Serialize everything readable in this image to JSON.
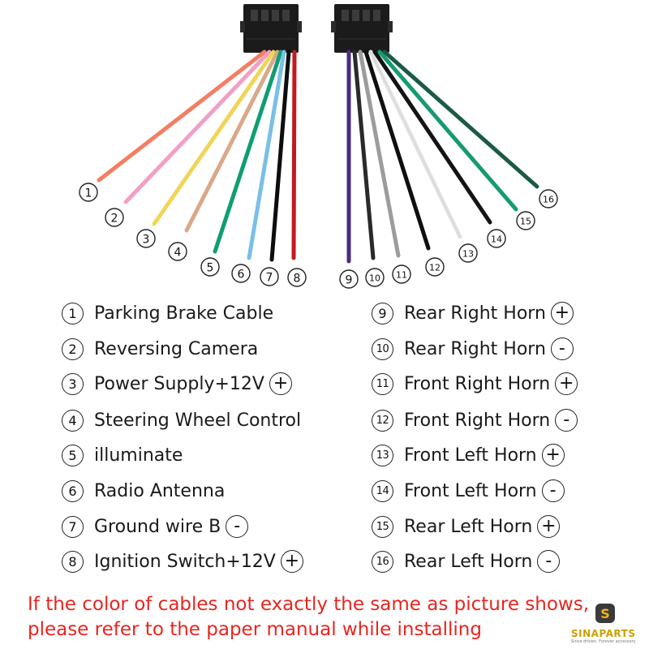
{
  "colors": {
    "connector": "#1b1b1b",
    "note_text": "#e8251f"
  },
  "wires": [
    {
      "number": "1",
      "color": "#f47e62"
    },
    {
      "number": "2",
      "color": "#f29fc5"
    },
    {
      "number": "3",
      "color": "#f1d55a"
    },
    {
      "number": "4",
      "color": "#d9a989"
    },
    {
      "number": "5",
      "color": "#0e9e72"
    },
    {
      "number": "6",
      "color": "#79bfe8"
    },
    {
      "number": "7",
      "color": "#0d0d0d"
    },
    {
      "number": "8",
      "color": "#c3191d"
    },
    {
      "number": "9",
      "color": "#4b2c7f"
    },
    {
      "number": "10",
      "color": "#2a2a2a"
    },
    {
      "number": "11",
      "color": "#9c9c9c"
    },
    {
      "number": "12",
      "color": "#0f0f0f"
    },
    {
      "number": "13",
      "color": "#e2e2e2"
    },
    {
      "number": "14",
      "color": "#141414"
    },
    {
      "number": "15",
      "color": "#169a73"
    },
    {
      "number": "16",
      "color": "#1c5a48"
    }
  ],
  "legend": [
    {
      "number": "1",
      "label": "Parking Brake Cable",
      "polarity": ""
    },
    {
      "number": "2",
      "label": "Reversing Camera",
      "polarity": ""
    },
    {
      "number": "3",
      "label": "Power Supply+12V",
      "polarity": "+"
    },
    {
      "number": "4",
      "label": "Steering Wheel Control",
      "polarity": ""
    },
    {
      "number": "5",
      "label": "illuminate",
      "polarity": ""
    },
    {
      "number": "6",
      "label": "Radio Antenna",
      "polarity": ""
    },
    {
      "number": "7",
      "label": "Ground wire B",
      "polarity": "-"
    },
    {
      "number": "8",
      "label": "Ignition Switch+12V",
      "polarity": "+"
    },
    {
      "number": "9",
      "label": "Rear Right Horn",
      "polarity": "+"
    },
    {
      "number": "10",
      "label": "Rear Right Horn",
      "polarity": "-"
    },
    {
      "number": "11",
      "label": "Front Right Horn",
      "polarity": "+"
    },
    {
      "number": "12",
      "label": "Front Right Horn",
      "polarity": "-"
    },
    {
      "number": "13",
      "label": "Front Left Horn",
      "polarity": "+"
    },
    {
      "number": "14",
      "label": "Front Left Horn",
      "polarity": "-"
    },
    {
      "number": "15",
      "label": "Rear Left Horn",
      "polarity": "+"
    },
    {
      "number": "16",
      "label": "Rear Left Horn",
      "polarity": "-"
    }
  ],
  "note": {
    "line1": "If the color of cables not exactly the same as picture shows,",
    "line2": "please refer to the paper manual while installing"
  },
  "logo": {
    "badge": "S",
    "text": "SINAPARTS",
    "tagline": "Since driven. Forever accessory"
  }
}
